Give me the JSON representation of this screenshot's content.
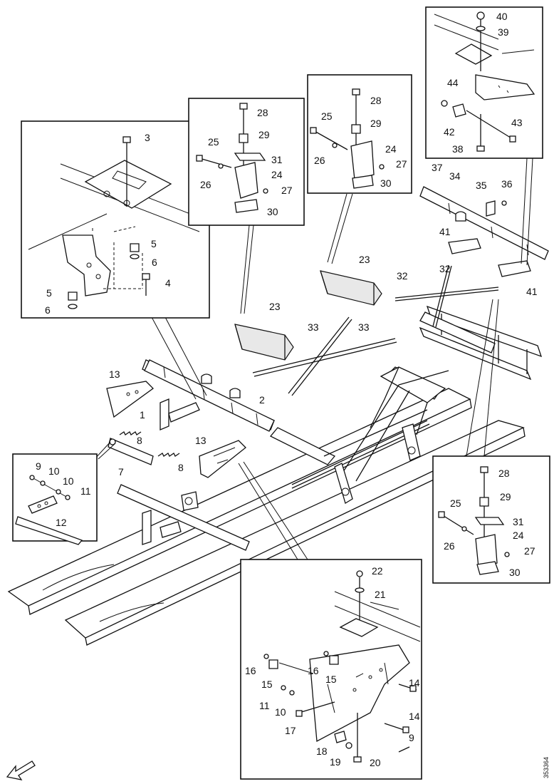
{
  "reference": "353364",
  "labels": {
    "c1": [
      "3",
      "5",
      "6",
      "5",
      "6",
      "4"
    ],
    "c2": [
      "28",
      "29",
      "25",
      "31",
      "24",
      "26",
      "27",
      "30"
    ],
    "c3": [
      "28",
      "25",
      "29",
      "24",
      "26",
      "27",
      "30"
    ],
    "c4": [
      "40",
      "39",
      "44",
      "42",
      "43",
      "38"
    ],
    "c5": [
      "28",
      "29",
      "25",
      "31",
      "24",
      "26",
      "27",
      "30"
    ],
    "c6": [
      "9",
      "10",
      "10",
      "11",
      "12"
    ],
    "c7": [
      "22",
      "21",
      "16",
      "16",
      "15",
      "15",
      "14",
      "11",
      "10",
      "14",
      "17",
      "9",
      "18",
      "19",
      "20"
    ],
    "main": [
      "37",
      "34",
      "35",
      "36",
      "41",
      "41",
      "32",
      "32",
      "23",
      "23",
      "33",
      "33",
      "13",
      "2",
      "1",
      "8",
      "8",
      "7",
      "13"
    ]
  }
}
